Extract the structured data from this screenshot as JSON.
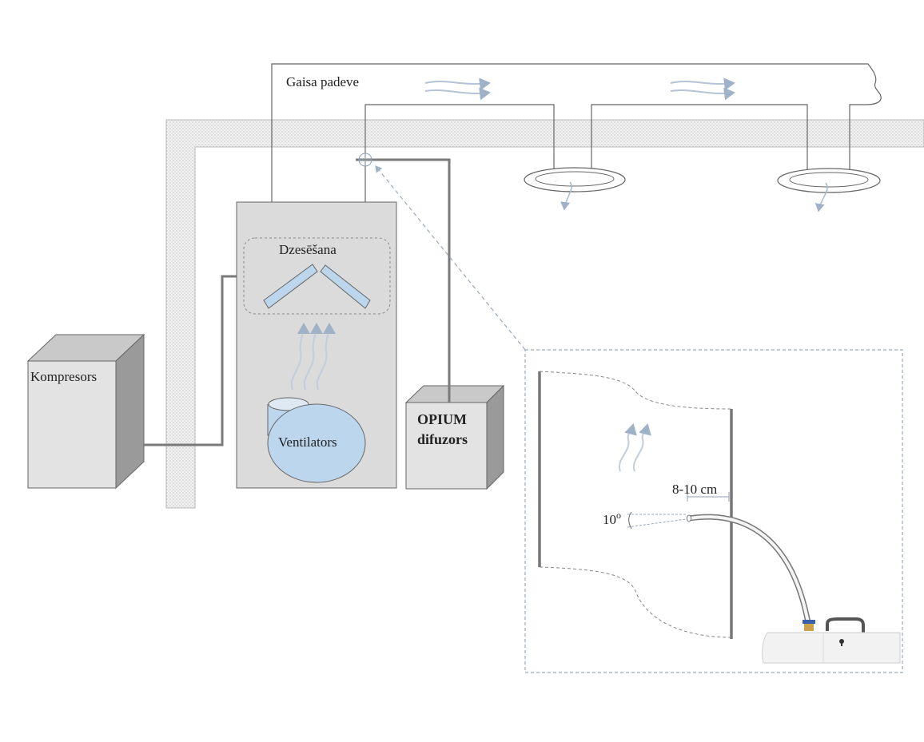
{
  "labels": {
    "air_supply": "Gaisa padeve",
    "cooling": "Dzesēšana",
    "compressor": "Kompresors",
    "fan": "Ventilators",
    "diffuser_line1": "OPIUM",
    "diffuser_line2": "difuzors",
    "distance": "8-10 cm",
    "angle_value": "10",
    "angle_unit": "o"
  },
  "colors": {
    "outline": "#666666",
    "box_fill": "#e2e2e2",
    "box_side": "#9c9c9c",
    "box_top": "#c4c4c4",
    "unit_fill": "#dadada",
    "wall_fill": "#ededed",
    "pipe": "#7a7a7a",
    "accent_blue": "#bcd6ee",
    "airflow": "#a8bad0",
    "dashed": "#9aa9ba"
  }
}
